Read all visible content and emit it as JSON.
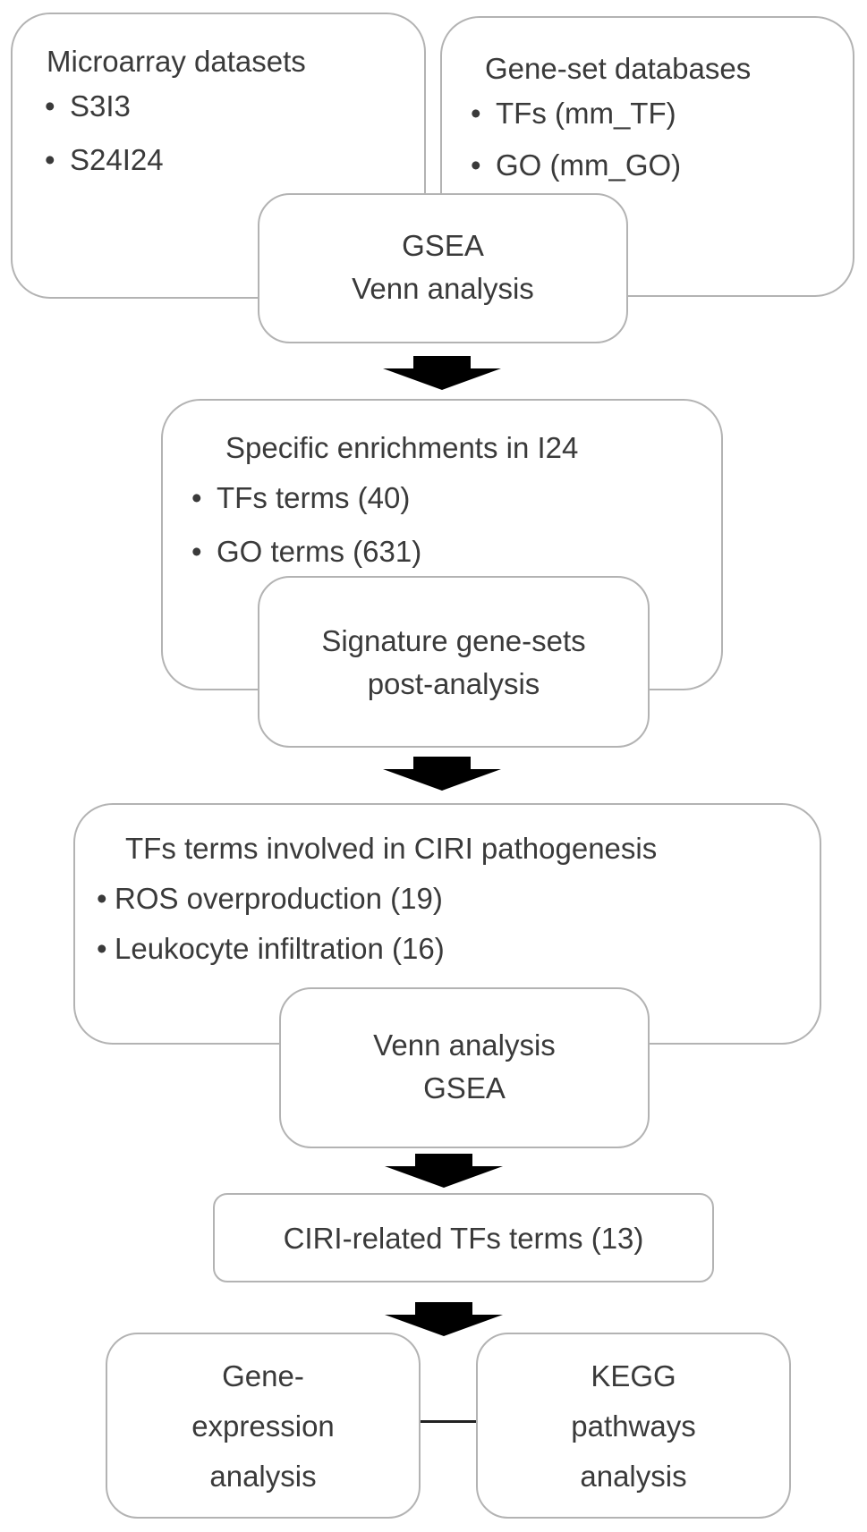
{
  "colors": {
    "border": "#b3b3b3",
    "text": "#3a3a3a",
    "arrow": "#000000"
  },
  "icons": {
    "bullet": "bullet-dot",
    "arrow": "down-arrow"
  },
  "microarray": {
    "title": "Microarray datasets",
    "items": [
      "S3I3",
      "S24I24"
    ]
  },
  "genesets": {
    "title": "Gene-set databases",
    "items": [
      "TFs (mm_TF)",
      "GO (mm_GO)"
    ]
  },
  "step1": {
    "line1": "GSEA",
    "line2": "Venn analysis"
  },
  "enrich": {
    "title": "Specific enrichments in I24",
    "items": [
      "TFs terms (40)",
      "GO terms (631)"
    ]
  },
  "step2": {
    "line1": "Signature gene-sets",
    "line2": "post-analysis"
  },
  "cirip": {
    "title": "TFs terms involved in CIRI pathogenesis",
    "items": [
      "ROS overproduction (19)",
      "Leukocyte infiltration (16)"
    ]
  },
  "step3": {
    "line1": "Venn analysis",
    "line2": "GSEA"
  },
  "related": {
    "label": "CIRI-related TFs terms (13)"
  },
  "geneexpr": {
    "line1": "Gene-",
    "line2": "expression",
    "line3": "analysis"
  },
  "kegg": {
    "line1": "KEGG",
    "line2": "pathways",
    "line3": "analysis"
  }
}
